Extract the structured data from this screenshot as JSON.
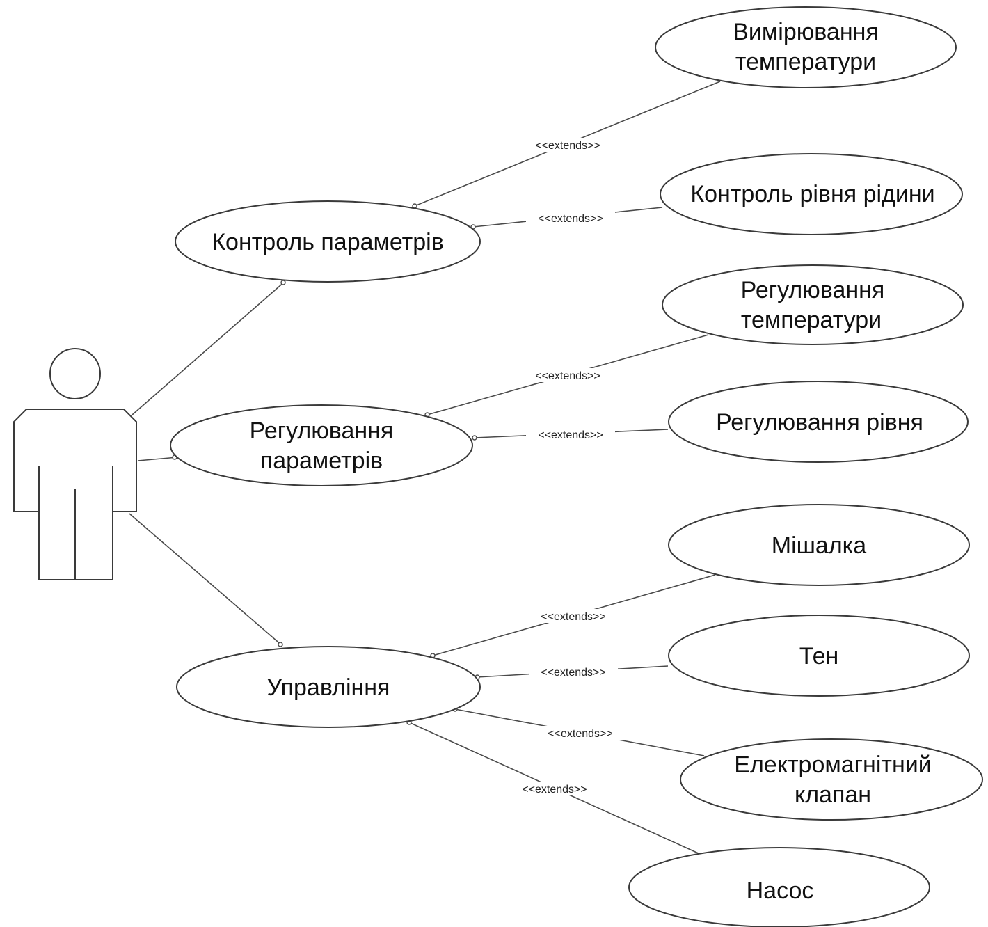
{
  "actor": {
    "name": ""
  },
  "use_cases": {
    "control_params": [
      "Контроль параметрів"
    ],
    "regulation_params": [
      "Регулювання",
      "параметрів"
    ],
    "management": [
      "Управління"
    ],
    "temp_measure": [
      "Вимірювання",
      "температури"
    ],
    "level_control": [
      "Контроль рівня рідини"
    ],
    "temp_regulation": [
      "Регулювання",
      "температури"
    ],
    "level_regulation": [
      "Регулювання рівня"
    ],
    "mixer": [
      "Мішалка"
    ],
    "heater": [
      "Тен"
    ],
    "solenoid_valve": [
      "Електромагнітний",
      "клапан"
    ],
    "pump": [
      "Насос"
    ]
  },
  "relations": {
    "extends_label": "<<extends>>"
  }
}
